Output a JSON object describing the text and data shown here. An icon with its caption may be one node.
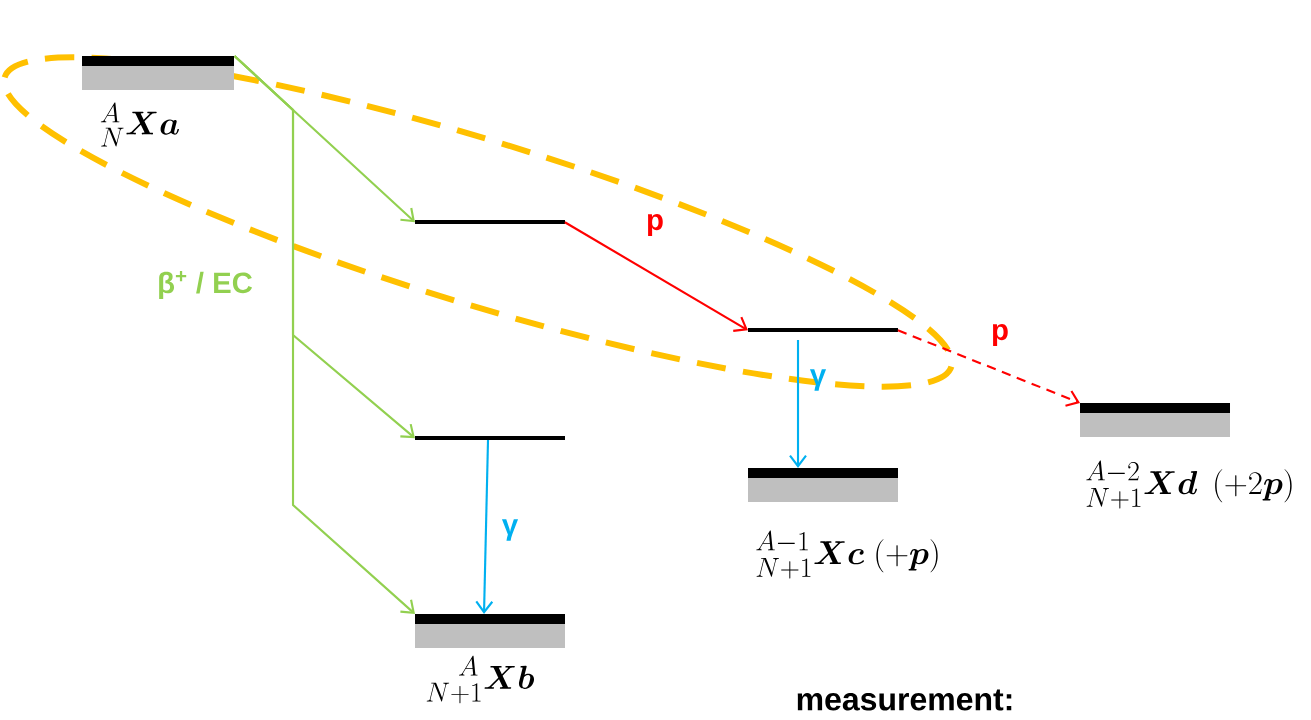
{
  "diagram": {
    "nodes": [
      {
        "text": [
          "{}^{A}_{N}\\boldsymbol{Xa}"
        ]
      },
      {
        "text": [],
        "shape": "bar"
      },
      {
        "text": [],
        "shape": "bar"
      },
      {
        "text": [],
        "shape": "bar"
      },
      {
        "text": [
          "{}^{\\phantom{+1}A}_{N+1}\\boldsymbol{Xb}"
        ]
      },
      {
        "text": [
          "{}^{A-1}_{N+1}\\boldsymbol{Xc}\\;(+\\boldsymbol{p})"
        ]
      },
      {
        "text": [
          "{}^{A-2}_{N+1}\\boldsymbol{Xd}\\;\\,(+2\\boldsymbol{p})"
        ]
      }
    ],
    "edges": [
      {
        "from": 0,
        "to": 1,
        "arrow": "to",
        "color": "#92d050"
      },
      {
        "from": 0,
        "to": 3,
        "arrow": "to",
        "color": "#92d050",
        "label": "β$^{+}$ / EC"
      },
      {
        "from": 0,
        "to": 4,
        "arrow": "to",
        "color": "#92d050"
      },
      {
        "from": 1,
        "to": 2,
        "arrow": "to",
        "color": "#ff0000",
        "label": "p"
      },
      {
        "from": 2,
        "to": 6,
        "arrow": "to",
        "color": "#ff0000",
        "style": "dashed",
        "label": "p"
      },
      {
        "from": 2,
        "to": 5,
        "arrow": "to",
        "color": "#00b0f0",
        "label": "γ"
      },
      {
        "from": 3,
        "to": 4,
        "arrow": "to",
        "color": "#00b0f0",
        "label": "γ"
      }
    ],
    "labels": [
      "measurement:"
    ]
  }
}
